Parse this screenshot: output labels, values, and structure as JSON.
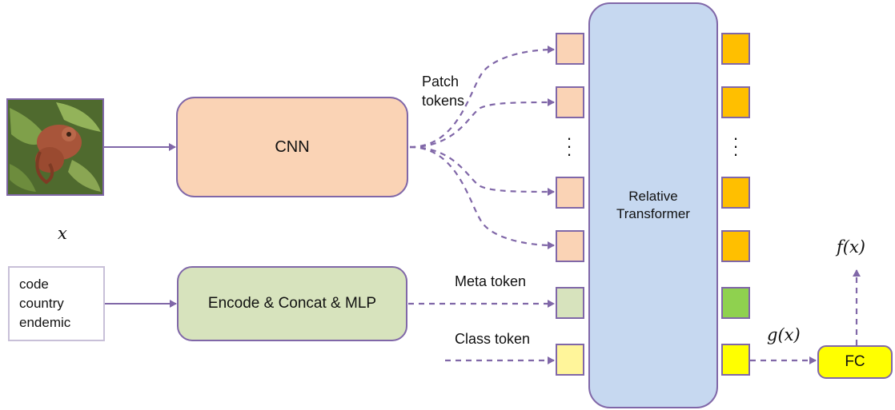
{
  "input": {
    "image_label": "x"
  },
  "cnn": {
    "label": "CNN"
  },
  "metadata": {
    "fields": [
      "code",
      "country",
      "endemic"
    ]
  },
  "encoder": {
    "label": "Encode & Concat & MLP"
  },
  "annotations": {
    "patch_tokens": [
      "Patch",
      "tokens"
    ],
    "meta_token": "Meta token",
    "class_token": "Class token"
  },
  "transformer": {
    "label": [
      "Relative",
      "Transformer"
    ]
  },
  "output": {
    "g_label": "g(x)",
    "fc_label": "FC",
    "f_label": "f(x)"
  },
  "colors": {
    "arrow": "#8067a8",
    "cnn_fill": "#fad3b5",
    "encoder_fill": "#d7e3bd",
    "transformer_fill": "#c6d8f0",
    "patch_in": "#fad3b5",
    "patch_out": "#ffbf00",
    "meta_in": "#d7e3bd",
    "meta_out": "#8fd14f",
    "class_in": "#fff59a",
    "class_out": "#ffff00",
    "fc_fill": "#ffff00"
  }
}
